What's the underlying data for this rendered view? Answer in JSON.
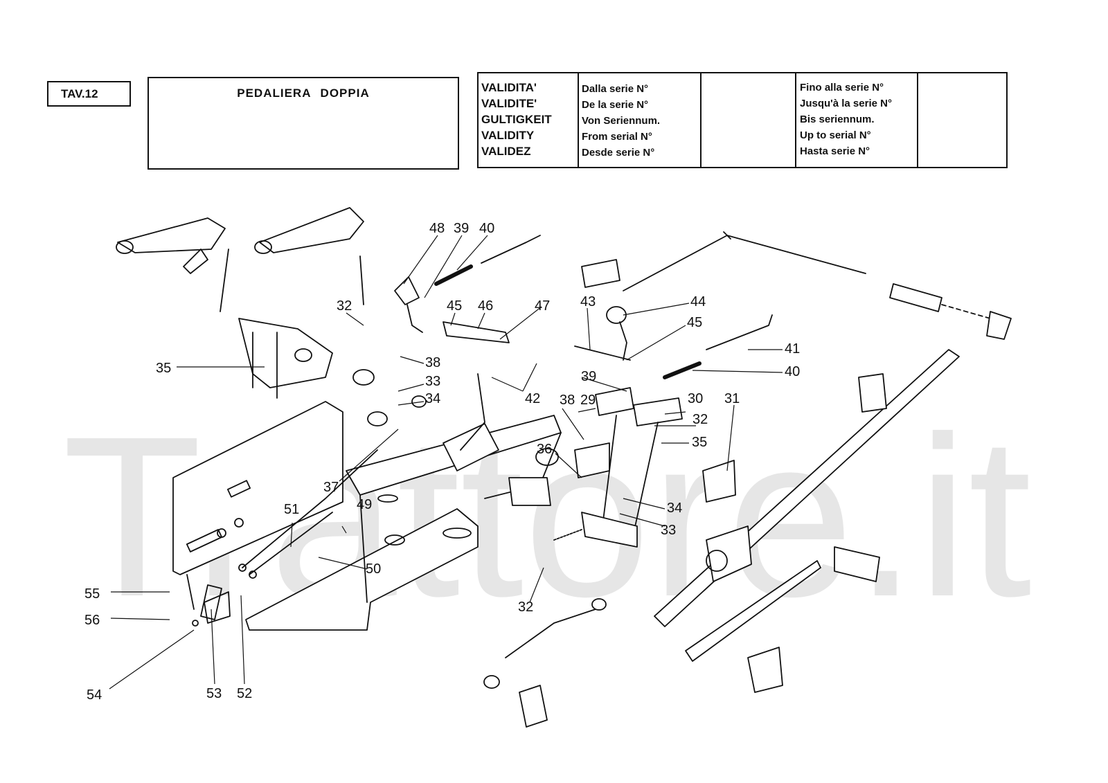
{
  "header": {
    "tav_label": "TAV.12",
    "title": "PEDALIERA  DOPPIA"
  },
  "validity": {
    "labels": [
      "VALIDITA'",
      "VALIDITE'",
      "GULTIGKEIT",
      "VALIDITY",
      "VALIDEZ"
    ],
    "from": [
      "Dalla serie N°",
      "De la serie N°",
      "Von Seriennum.",
      "From serial N°",
      "Desde serie N°"
    ],
    "to": [
      "Fino alla serie N°",
      "Jusqu'à la serie N°",
      "Bis seriennum.",
      "Up to serial N°",
      "Hasta serie N°"
    ]
  },
  "watermark": "Trattore.it",
  "parts": {
    "p48": "48",
    "p39a": "39",
    "p40a": "40",
    "p32a": "32",
    "p45a": "45",
    "p46": "46",
    "p47": "47",
    "p43": "43",
    "p44": "44",
    "p45b": "45",
    "p41": "41",
    "p40b": "40",
    "p35a": "35",
    "p38a": "38",
    "p33a": "33",
    "p34a": "34",
    "p42": "42",
    "p39b": "39",
    "p38b": "38",
    "p29": "29",
    "p30": "30",
    "p31": "31",
    "p32b": "32",
    "p35b": "35",
    "p36": "36",
    "p37": "37",
    "p34b": "34",
    "p33b": "33",
    "p51": "51",
    "p49": "49",
    "p50": "50",
    "p32c": "32",
    "p55": "55",
    "p56": "56",
    "p54": "54",
    "p53": "53",
    "p52": "52"
  }
}
